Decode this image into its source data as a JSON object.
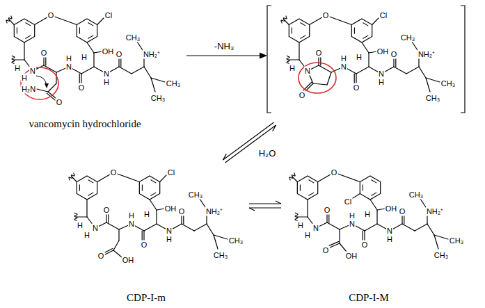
{
  "diagram": {
    "labels": [
      "O",
      "Cl",
      "OH",
      "H",
      "H",
      "N",
      "H",
      "O",
      "O",
      "H₂N",
      "N",
      "H",
      "O",
      "N",
      "H",
      "O",
      "CH₃",
      "NH₂⁺",
      "CH₃",
      "CH₃",
      "vancomycin hydrochloride",
      "-NH₃",
      "O",
      "Cl",
      "OH",
      "H",
      "H",
      "N",
      "O",
      "O",
      "N",
      "H",
      "O",
      "N",
      "H",
      "O",
      "CH₃",
      "NH₂⁺",
      "CH₃",
      "CH₃",
      "H₂O",
      "O",
      "Cl",
      "OH",
      "H",
      "H",
      "N",
      "H",
      "O",
      "O",
      "OH",
      "N",
      "H",
      "O",
      "N",
      "H",
      "O",
      "CH₃",
      "NH₂⁺",
      "CH₃",
      "CH₃",
      "CDP-I-m",
      "O",
      "Cl",
      "OH",
      "H",
      "H",
      "N",
      "H",
      "O",
      "O",
      "OH",
      "N",
      "H",
      "O",
      "N",
      "H",
      "O",
      "CH₃",
      "NH₂⁺",
      "CH₃",
      "CH₃",
      "CDP-I-M"
    ]
  }
}
